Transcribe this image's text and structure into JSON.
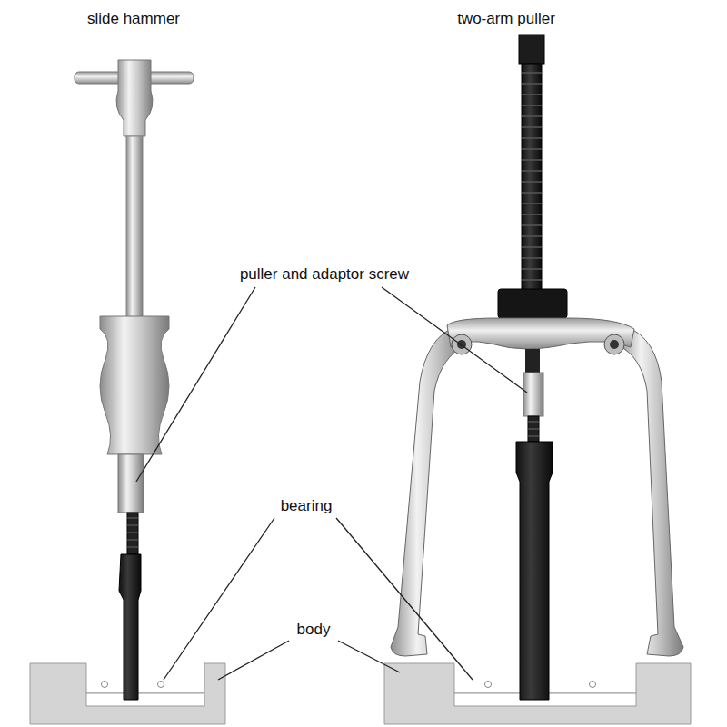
{
  "diagram": {
    "labels": [
      "slide hammer",
      "two-arm puller",
      "puller and adaptor screw",
      "bearing",
      "body"
    ]
  }
}
